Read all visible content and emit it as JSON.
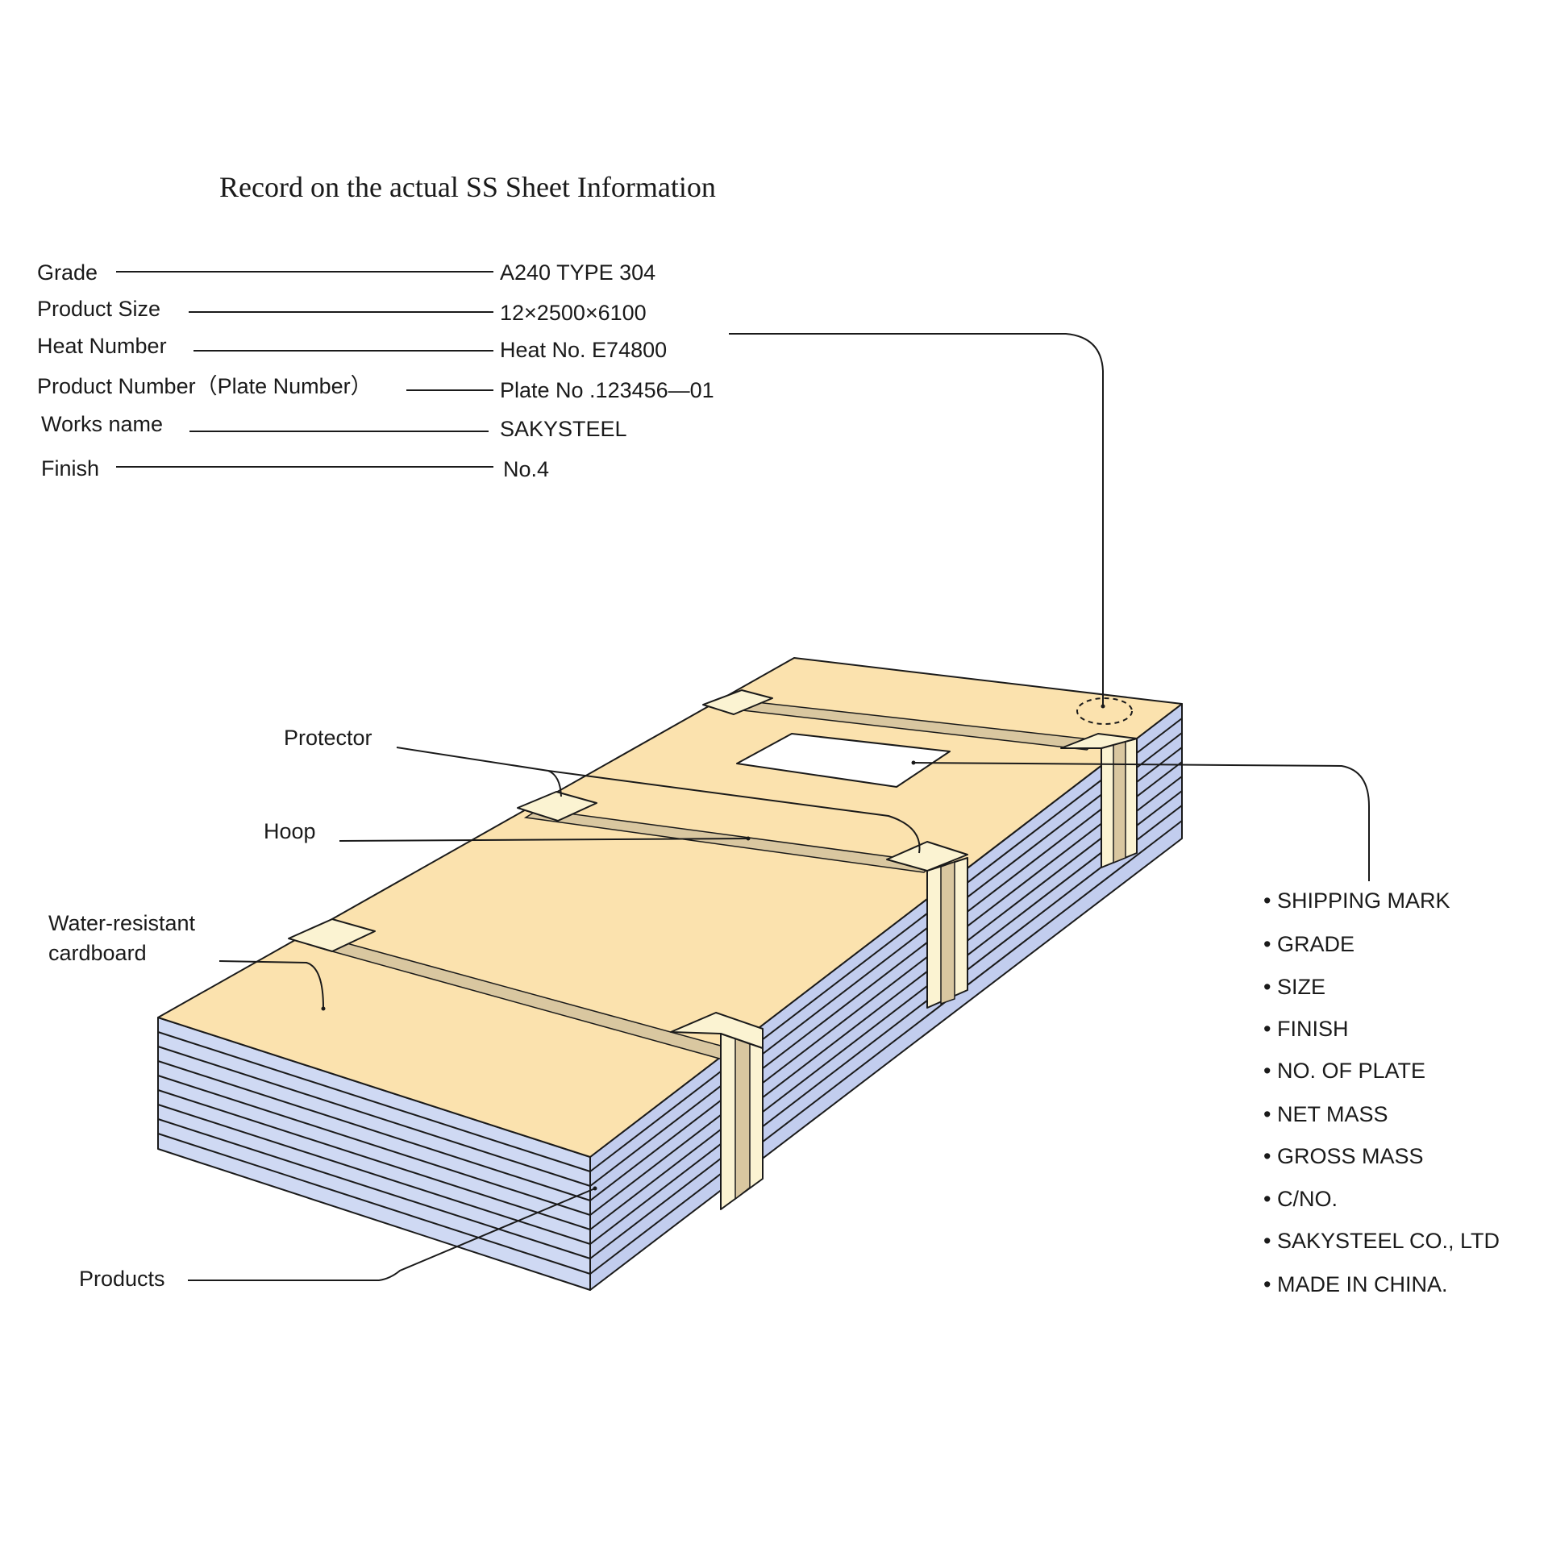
{
  "title": "Record on the actual  SS Sheet Information",
  "record_fields": [
    {
      "label": "Grade",
      "value": "A240 TYPE 304"
    },
    {
      "label": "Product Size",
      "value": "12×2500×6100"
    },
    {
      "label": "Heat Number",
      "value": "Heat No. E74800"
    },
    {
      "label": "Product Number（Plate Number）",
      "value": "Plate No .123456—01"
    },
    {
      "label": "Works name",
      "value": "SAKYSTEEL"
    },
    {
      "label": "Finish",
      "value": "No.4"
    }
  ],
  "callouts": {
    "protector": "Protector",
    "hoop": "Hoop",
    "cardboard_line1": "Water-resistant",
    "cardboard_line2": "cardboard",
    "products": "Products"
  },
  "shipping_mark_items": [
    "• SHIPPING MARK",
    "• GRADE",
    "• SIZE",
    "• FINISH",
    "• NO. OF PLATE",
    "• NET MASS",
    "• GROSS MASS",
    "• C/NO.",
    "• SAKYSTEEL CO., LTD",
    "• MADE IN CHINA."
  ],
  "colors": {
    "cardboard_top": "#fbe2ae",
    "sheet_side_front": "#cfd9f3",
    "sheet_side_right": "#c2cdee",
    "strap": "#d9c7a0",
    "protector": "#fbf3d2",
    "label_sheet": "#ffffff",
    "line": "#1a1a1a"
  }
}
